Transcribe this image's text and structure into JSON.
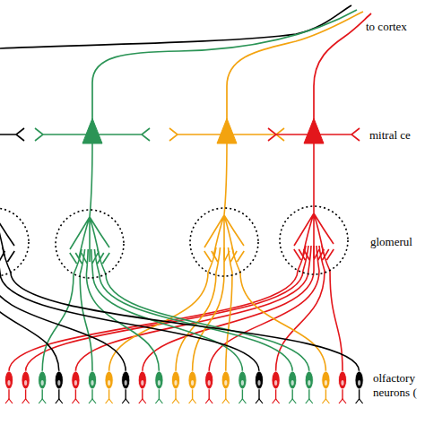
{
  "diagram": {
    "labels": [
      "to cortex",
      "mitral ce",
      "glomerul",
      "olfactory neurons ("
    ]
  }
}
